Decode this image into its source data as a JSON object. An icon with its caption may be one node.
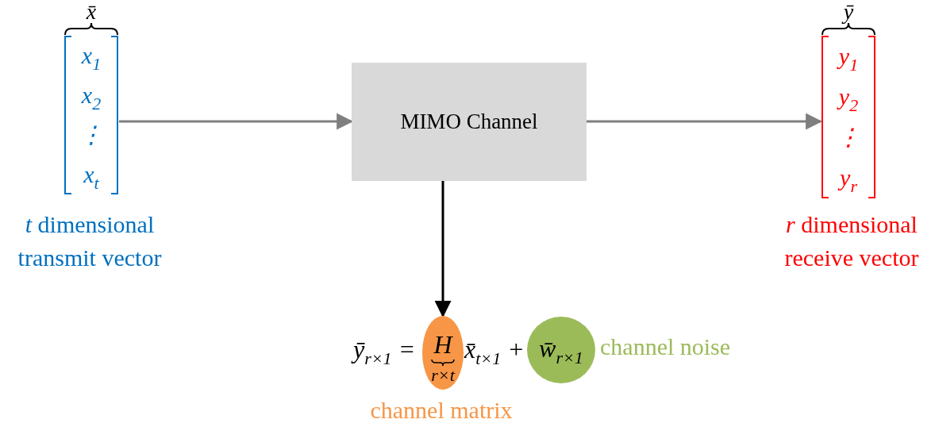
{
  "diagram": {
    "nodes": [
      {
        "text": [
          "x̄",
          "x$_{1}$",
          "x$_{2}$",
          "⋮",
          "x$_{t}$"
        ],
        "beside": [
          "*t* dimensional transmit vector"
        ]
      },
      {
        "text": [
          "MIMO Channel"
        ]
      },
      {
        "text": [
          "ȳ",
          "y$_{1}$",
          "y$_{2}$",
          "⋮",
          "y$_{r}$"
        ],
        "beside": [
          "*r* dimensional receive vector"
        ]
      },
      {
        "text": [
          "H",
          "r×t"
        ],
        "beside": [
          "channel matrix"
        ]
      },
      {
        "text": [
          "w̄$_{r×1}$"
        ],
        "beside": [
          "channel noise"
        ]
      }
    ],
    "edges": [
      {
        "from": 0,
        "to": 1,
        "arrow": "to"
      },
      {
        "from": 1,
        "to": 2,
        "arrow": "to"
      },
      {
        "from": 1,
        "to": 3,
        "arrow": "to",
        "color": "#000000"
      }
    ],
    "labels": [
      "ȳ$_{r×1}$ =",
      "x̄$_{t×1}$ +"
    ]
  }
}
